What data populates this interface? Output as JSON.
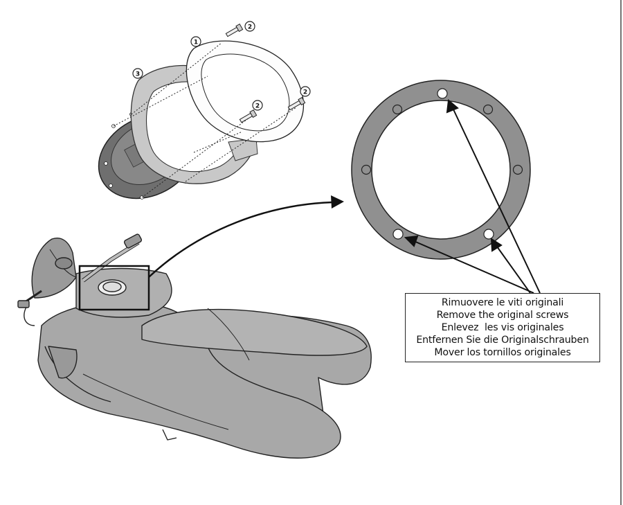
{
  "callouts": [
    "1",
    "2",
    "3"
  ],
  "instructions": {
    "lines": [
      "Rimuovere le viti originali",
      "Remove the original screws",
      "Enlevez  les vis originales",
      "Entfernen Sie die Originalschrauben",
      "Mover los tornillos originales"
    ]
  },
  "colors": {
    "body": "#a8a8a8",
    "ring": "#8f8f8f",
    "outline": "#222222",
    "flange": "#7f7f7f"
  }
}
